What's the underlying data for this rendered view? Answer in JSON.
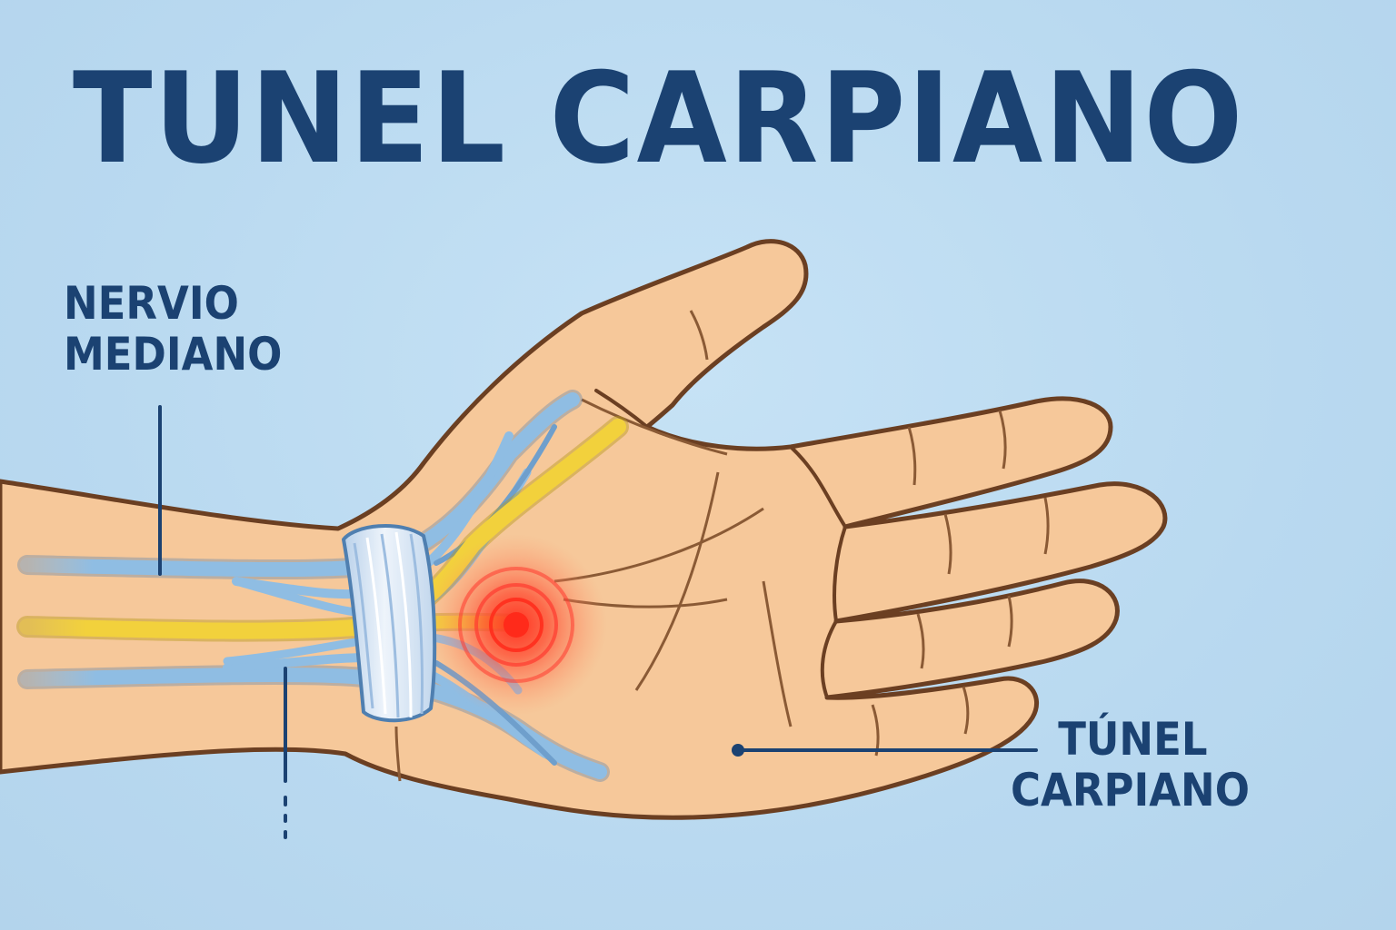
{
  "title": "TUNEL CARPIANO",
  "labels": {
    "nervio_line1": "NERVIO",
    "nervio_line2": "MEDIANO",
    "tunel_line1": "TÚNEL",
    "tunel_line2": "CARPIANO"
  },
  "colors": {
    "background": "#bcdcf2",
    "text": "#1b4272",
    "skin": "#f6c89a",
    "skin_outline": "#6b3f22",
    "nerve": "#f2d13c",
    "tendons": "#8fbde3",
    "ligament": "#dfeaf6",
    "pain": "#ff3b2f"
  }
}
